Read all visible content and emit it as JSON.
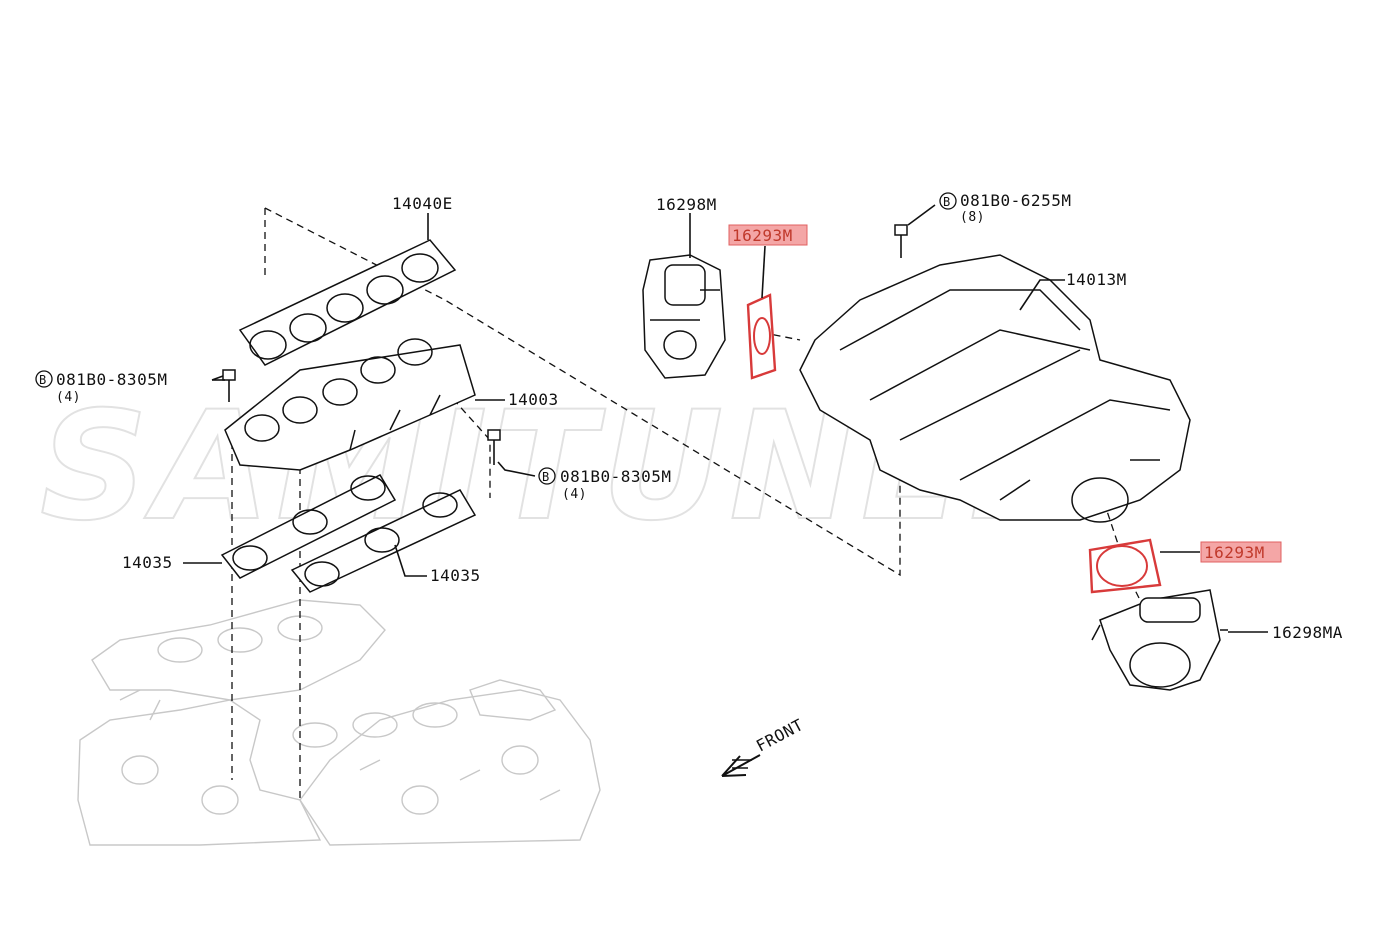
{
  "watermark": "SAMITUNED",
  "labels": {
    "gasket_upper": "14040E",
    "collector": "14003",
    "gasket_lower_left": "14035",
    "gasket_lower_right": "14035",
    "bolt_left": "081B0-8305M",
    "bolt_left_qty": "(4)",
    "bolt_mid": "081B0-8305M",
    "bolt_mid_qty": "(4)",
    "throttle_body_left": "16298M",
    "gasket_highlight_top": "16293M",
    "bolt_top": "081B0-6255M",
    "bolt_top_qty": "(8)",
    "manifold": "14013M",
    "gasket_highlight_right": "16293M",
    "throttle_body_right": "16298MA",
    "front": "FRONT"
  },
  "bolt_badge_letter": "B",
  "colors": {
    "highlight_fill": "#f4a6a6",
    "highlight_part_stroke": "#d83a3a",
    "line": "#111111",
    "engine_outline": "#c8c8c8"
  }
}
